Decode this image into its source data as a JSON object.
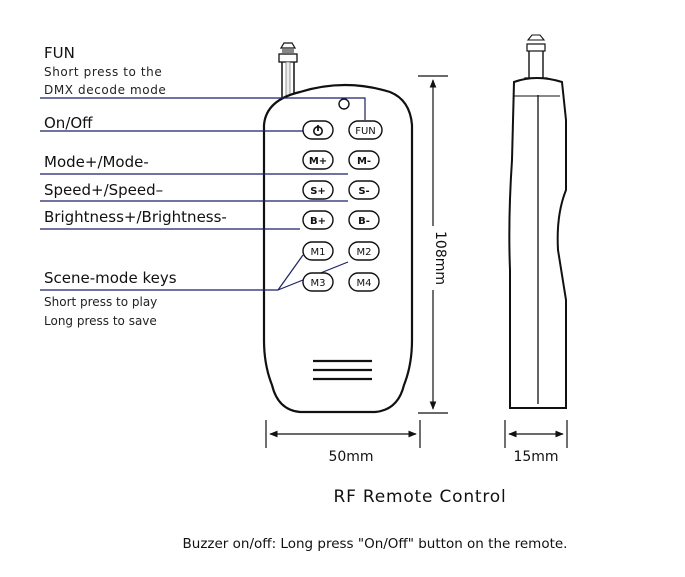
{
  "labels": {
    "fun": "FUN",
    "fun_desc_1": "Short press to the",
    "fun_desc_2": "DMX decode mode",
    "onoff": "On/Off",
    "mode": "Mode+/Mode-",
    "speed": "Speed+/Speed–",
    "brightness": "Brightness+/Brightness-",
    "scene": "Scene-mode keys",
    "scene_desc_1": "Short press to play",
    "scene_desc_2": "Long press to save"
  },
  "buttons": {
    "power": "⏻",
    "fun": "FUN",
    "mode_plus": "M+",
    "mode_minus": "M-",
    "speed_plus": "S+",
    "speed_minus": "S-",
    "bright_plus": "B+",
    "bright_minus": "B-",
    "m1": "M1",
    "m2": "M2",
    "m3": "M3",
    "m4": "M4"
  },
  "dimensions": {
    "height": "108mm",
    "width": "50mm",
    "depth": "15mm"
  },
  "caption": "RF Remote Control",
  "note": "Buzzer on/off: Long press \"On/Off\" button on the remote."
}
